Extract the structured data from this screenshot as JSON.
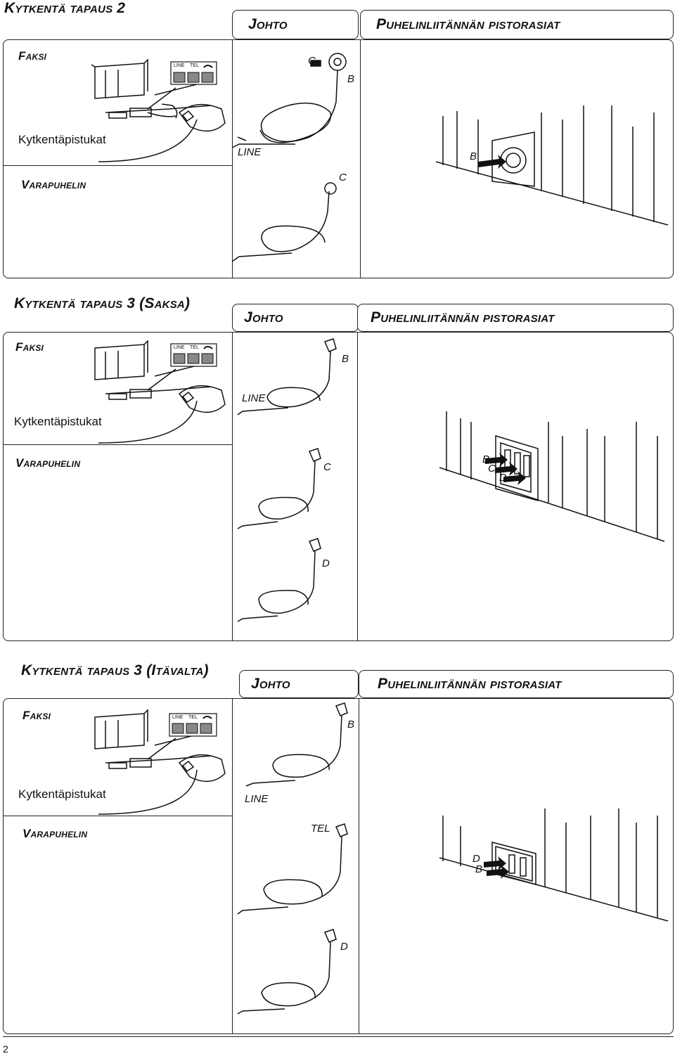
{
  "sections": [
    {
      "title": "Kytkentä tapaus 2",
      "cord_header": "Johto",
      "socket_header": "Puhelinliitännän pistorasiat",
      "fax_label": "Faksi",
      "connector_label": "Kytkentäpistukat",
      "extension_label": "Varapuhelin",
      "fax_panel": {
        "line": "LINE",
        "tel": "TEL"
      },
      "cord_labels": [
        "C",
        "B",
        "LINE",
        "C"
      ],
      "socket_labels": [
        "B"
      ]
    },
    {
      "title": "Kytkentä tapaus 3 (Saksa)",
      "cord_header": "Johto",
      "socket_header": "Puhelinliitännän pistorasiat",
      "fax_label": "Faksi",
      "connector_label": "Kytkentäpistukat",
      "extension_label": "Varapuhelin",
      "fax_panel": {
        "line": "LINE",
        "tel": "TEL"
      },
      "cord_labels": [
        "B",
        "LINE",
        "C",
        "D"
      ],
      "socket_labels": [
        "B",
        "C",
        "D"
      ]
    },
    {
      "title": "Kytkentä tapaus 3 (Itävalta)",
      "cord_header": "Johto",
      "socket_header": "Puhelinliitännän pistorasiat",
      "fax_label": "Faksi",
      "connector_label": "Kytkentäpistukat",
      "extension_label": "Varapuhelin",
      "fax_panel": {
        "line": "LINE",
        "tel": "TEL"
      },
      "cord_labels": [
        "B",
        "LINE",
        "TEL",
        "D"
      ],
      "socket_labels": [
        "D",
        "B"
      ]
    }
  ],
  "page_number": "2"
}
